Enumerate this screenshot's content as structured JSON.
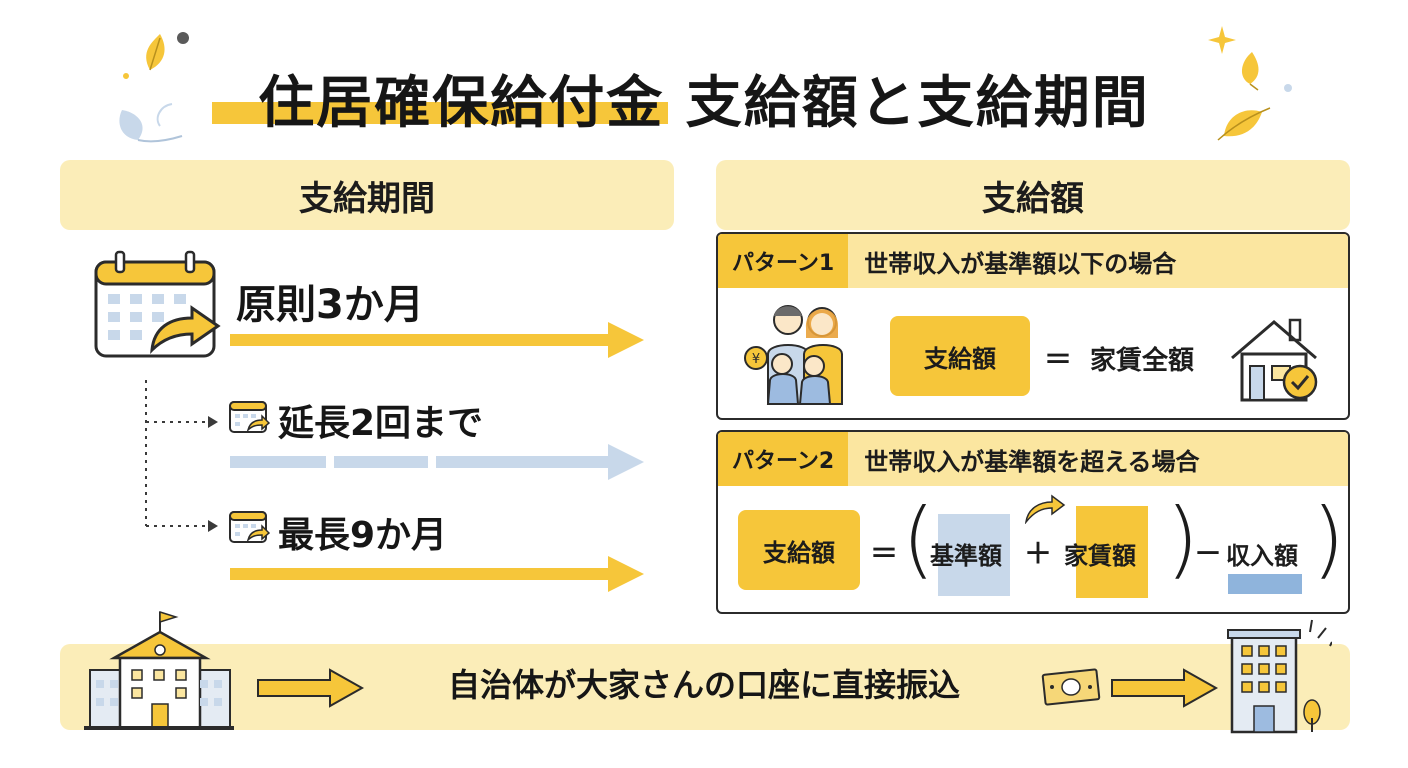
{
  "title": "住居確保給付金 支給額と支給期間",
  "left": {
    "header": "支給期間",
    "steps": [
      {
        "label": "原則3か月"
      },
      {
        "label": "延長2回まで"
      },
      {
        "label": "最長9か月"
      }
    ]
  },
  "right": {
    "header": "支給額",
    "pattern1": {
      "tag": "パターン1",
      "desc": "世帯収入が基準額以下の場合",
      "box": "支給額",
      "equals": "＝",
      "result": "家賃全額"
    },
    "pattern2": {
      "tag": "パターン2",
      "desc": "世帯収入が基準額を超える場合",
      "box": "支給額",
      "equals": "＝",
      "open_paren": "(",
      "term1": "基準額",
      "plus": "＋",
      "term2": "家賃額",
      "close_paren": ")",
      "minus": "－",
      "term3": "収入額"
    }
  },
  "bottom": {
    "text": "自治体が大家さんの口座に直接振込"
  },
  "colors": {
    "accent": "#f6c63a",
    "light_yellow": "#fbedb8",
    "light_blue": "#c8d8ea",
    "blue": "#8fb4dc"
  },
  "icons": [
    "calendar-icon",
    "family-icon",
    "house-check-icon",
    "city-hall-icon",
    "banknote-icon",
    "apartment-building-icon",
    "leaf-icon",
    "sparkle-icon"
  ]
}
